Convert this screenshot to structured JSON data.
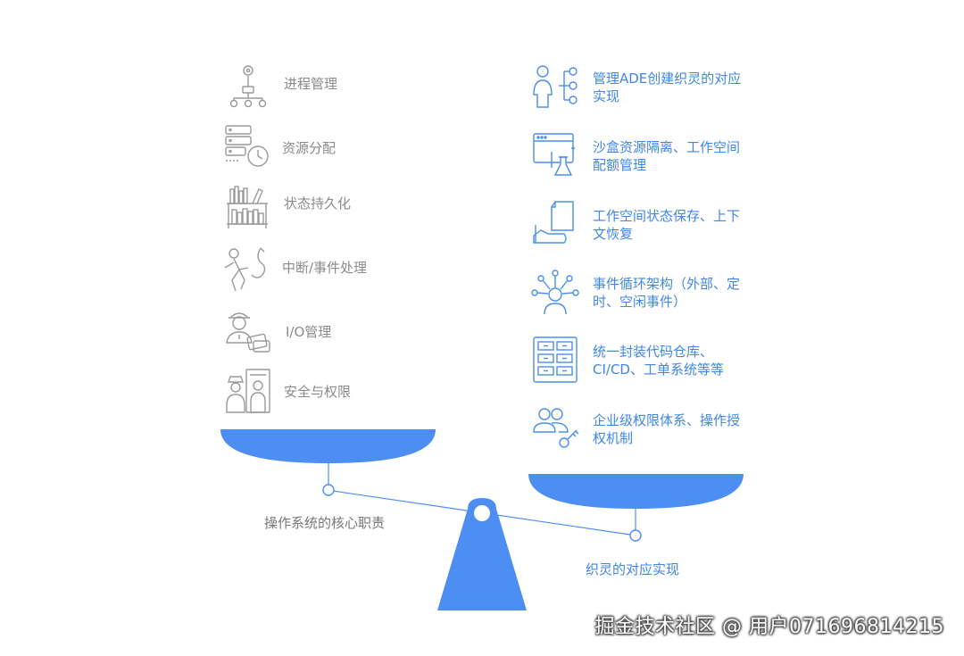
{
  "left_panel": {
    "items": [
      {
        "label": "进程管理",
        "icon": "process-tree-icon"
      },
      {
        "label": "资源分配",
        "icon": "server-clock-icon"
      },
      {
        "label": "状态持久化",
        "icon": "bookshelf-icon"
      },
      {
        "label": "中断/事件处理",
        "icon": "interrupt-runner-icon"
      },
      {
        "label": "I/O管理",
        "icon": "worker-io-icon"
      },
      {
        "label": "安全与权限",
        "icon": "security-guard-icon"
      }
    ],
    "caption": "操作系统的核心职责"
  },
  "right_panel": {
    "items": [
      {
        "label": "管理ADE创建织灵的对应实现",
        "icon": "user-tree-icon"
      },
      {
        "label": "沙盒资源隔离、工作空间配额管理",
        "icon": "sandbox-flask-icon"
      },
      {
        "label": "工作空间状态保存、上下文恢复",
        "icon": "document-save-icon"
      },
      {
        "label": "事件循环架构（外部、定时、空闲事件）",
        "icon": "event-loop-icon"
      },
      {
        "label": "统一封装代码仓库、CI/CD、工单系统等等",
        "icon": "cabinet-grid-icon"
      },
      {
        "label": "企业级权限体系、操作授权机制",
        "icon": "users-key-icon"
      }
    ],
    "caption": "织灵的对应实现"
  },
  "watermark": "掘金技术社区 @ 用户071696814215",
  "colors": {
    "accent": "#4d8ef2",
    "accent_text": "#3f86e6",
    "left_text": "#8a8a8a",
    "left_icon": "#9a9a9a",
    "right_icon": "#4a8fe8",
    "caption_text": "#777777",
    "right_caption_text": "#3f86e6"
  }
}
